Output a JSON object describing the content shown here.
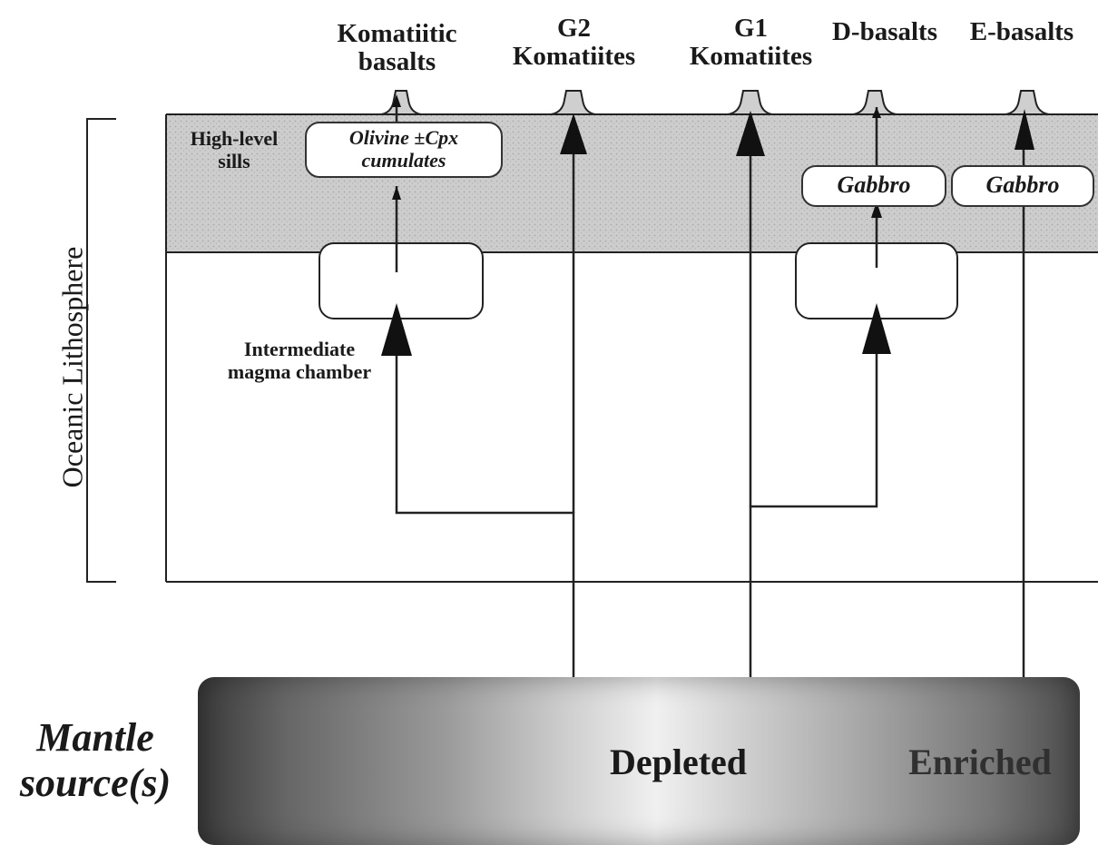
{
  "output_labels": {
    "komatiitic_basalts": "Komatiitic\nbasalts",
    "g2_komatiites": "G2\nKomatiites",
    "g1_komatiites": "G1\nKomatiites",
    "d_basalts": "D-basalts",
    "e_basalts": "E-basalts"
  },
  "lithosphere": {
    "title": "Oceanic Lithosphere",
    "sills_label": "High-level\nsills",
    "chamber_label": "Intermediate\nmagma chamber"
  },
  "boxes": {
    "cumulates": "Olivine  ±Cpx\ncumulates",
    "gabbro_d": "Gabbro",
    "gabbro_e": "Gabbro"
  },
  "mantle": {
    "title": "Mantle\nsource(s)",
    "depleted": "Depleted",
    "enriched": "Enriched"
  },
  "colors": {
    "sill_band": "#c8c8c8",
    "line": "#222222"
  }
}
